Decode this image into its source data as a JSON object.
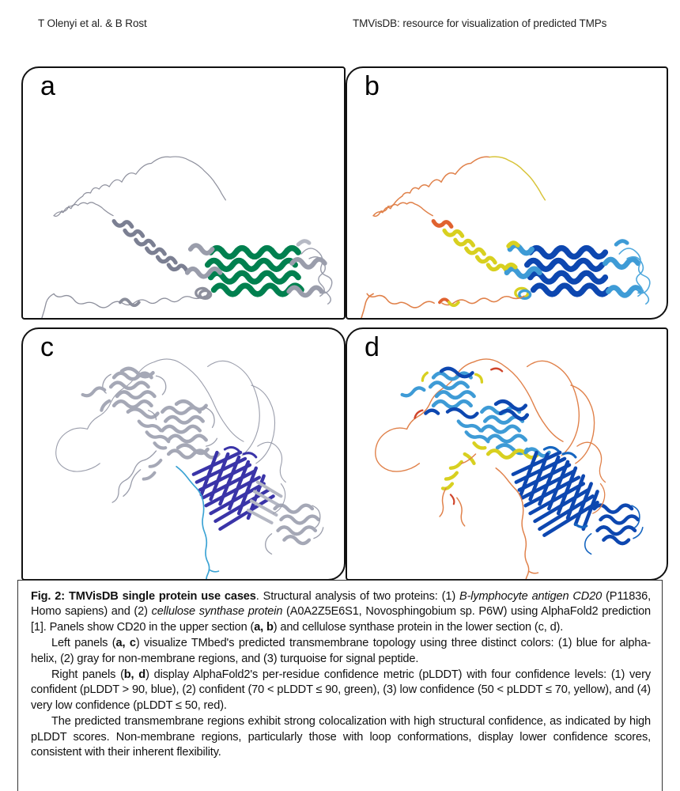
{
  "running_head": {
    "left": "T Olenyi et al. & B Rost",
    "right": "TMVisDB: resource for visualization of predicted TMPs"
  },
  "panels": [
    {
      "id": "a",
      "label": "a",
      "name": "panel-a",
      "coloring": "TMbed predicted transmembrane topology",
      "protein": "B-lymphocyte antigen CD20",
      "colors": [
        "#00804f",
        "#a8aab5",
        "#3ba3d4"
      ]
    },
    {
      "id": "b",
      "label": "b",
      "name": "panel-b",
      "coloring": "AlphaFold2 pLDDT confidence",
      "protein": "B-lymphocyte antigen CD20",
      "colors": [
        "#0d47b0",
        "#4fa8dd",
        "#d8d020",
        "#e06a30"
      ]
    },
    {
      "id": "c",
      "label": "c",
      "name": "panel-c",
      "coloring": "TMbed predicted transmembrane topology",
      "protein": "cellulose synthase protein",
      "colors": [
        "#3a34a8",
        "#a8aab5",
        "#3ba3d4"
      ]
    },
    {
      "id": "d",
      "label": "d",
      "name": "panel-d",
      "coloring": "AlphaFold2 pLDDT confidence",
      "protein": "cellulose synthase protein",
      "colors": [
        "#0d47b0",
        "#4fa8dd",
        "#d8d020",
        "#e06a30"
      ]
    }
  ],
  "caption": {
    "title": "Fig. 2: TMVisDB single protein use cases",
    "p1_a": ". Structural analysis of two proteins: (1) ",
    "p1_italic1": "B-lymphocyte antigen CD20",
    "p1_b": " (P11836, Homo sapiens) and (2) ",
    "p1_italic2": "cellulose synthase protein",
    "p1_c": " (A0A2Z5E6S1, Novosphingobium sp. P6W) using AlphaFold2 prediction [1]. Panels show CD20 in the upper section (",
    "p1_bold1": "a, b",
    "p1_d": ") and cellulose synthase protein in the lower section (c, d).",
    "p2_a": "Left panels (",
    "p2_bold1": "a, c",
    "p2_b": ") visualize TMbed's predicted transmembrane topology using three distinct colors: (1) blue for alpha-helix, (2) gray for non-membrane regions, and (3) turquoise for signal peptide.",
    "p3_a": "Right panels (",
    "p3_bold1": "b, d",
    "p3_b": ") display AlphaFold2's per-residue confidence metric (pLDDT) with four confidence levels: (1) very confident (pLDDT > 90, blue), (2) confident (70 < pLDDT ≤ 90, green), (3) low confidence (50 < pLDDT ≤ 70, yellow), and (4) very low confidence (pLDDT ≤ 50, red).",
    "p4": "The predicted transmembrane regions exhibit strong colocalization with high structural confidence, as indicated by high pLDDT scores. Non-membrane regions, particularly those with loop conformations, display lower confidence scores, consistent with their inherent flexibility."
  }
}
